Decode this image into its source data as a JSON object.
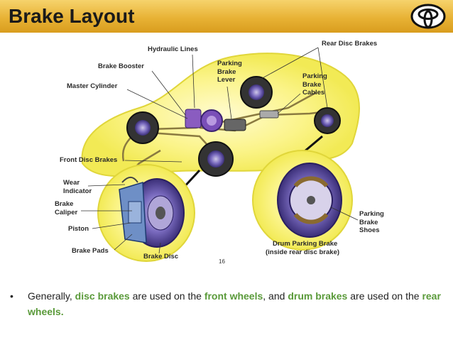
{
  "slide": {
    "title": "Brake Layout",
    "page_number": "16"
  },
  "figure": {
    "labels": {
      "hydraulic_lines": "Hydraulic Lines",
      "rear_disc_brakes": "Rear Disc Brakes",
      "brake_booster": "Brake Booster",
      "parking_brake_lever": "Parking\nBrake\nLever",
      "master_cylinder": "Master Cylinder",
      "parking_brake_cables": "Parking\nBrake\nCables",
      "front_disc_brakes": "Front Disc Brakes",
      "wear_indicator": "Wear\nIndicator",
      "brake_caliper": "Brake\nCaliper",
      "piston": "Piston",
      "brake_pads": "Brake Pads",
      "brake_disc": "Brake Disc",
      "drum_parking_brake": "Drum Parking Brake",
      "drum_parking_brake_sub": "(inside rear disc brake)",
      "parking_brake_shoes": "Parking\nBrake\nShoes"
    }
  },
  "bullet": {
    "t1": "Generally, ",
    "disc_brakes": "disc brakes",
    "t2": " are used on the ",
    "front_wheels": "front wheels",
    "t3": ", and ",
    "drum_brakes": "drum brakes",
    "t4": " are used on the ",
    "rear_wheels": "rear wheels.",
    "marker": "•"
  },
  "colors": {
    "title_bar": "#e8b235",
    "highlight": "#5a9a3a",
    "glow": "#f5f06a",
    "disc": "#5b4aa0"
  }
}
